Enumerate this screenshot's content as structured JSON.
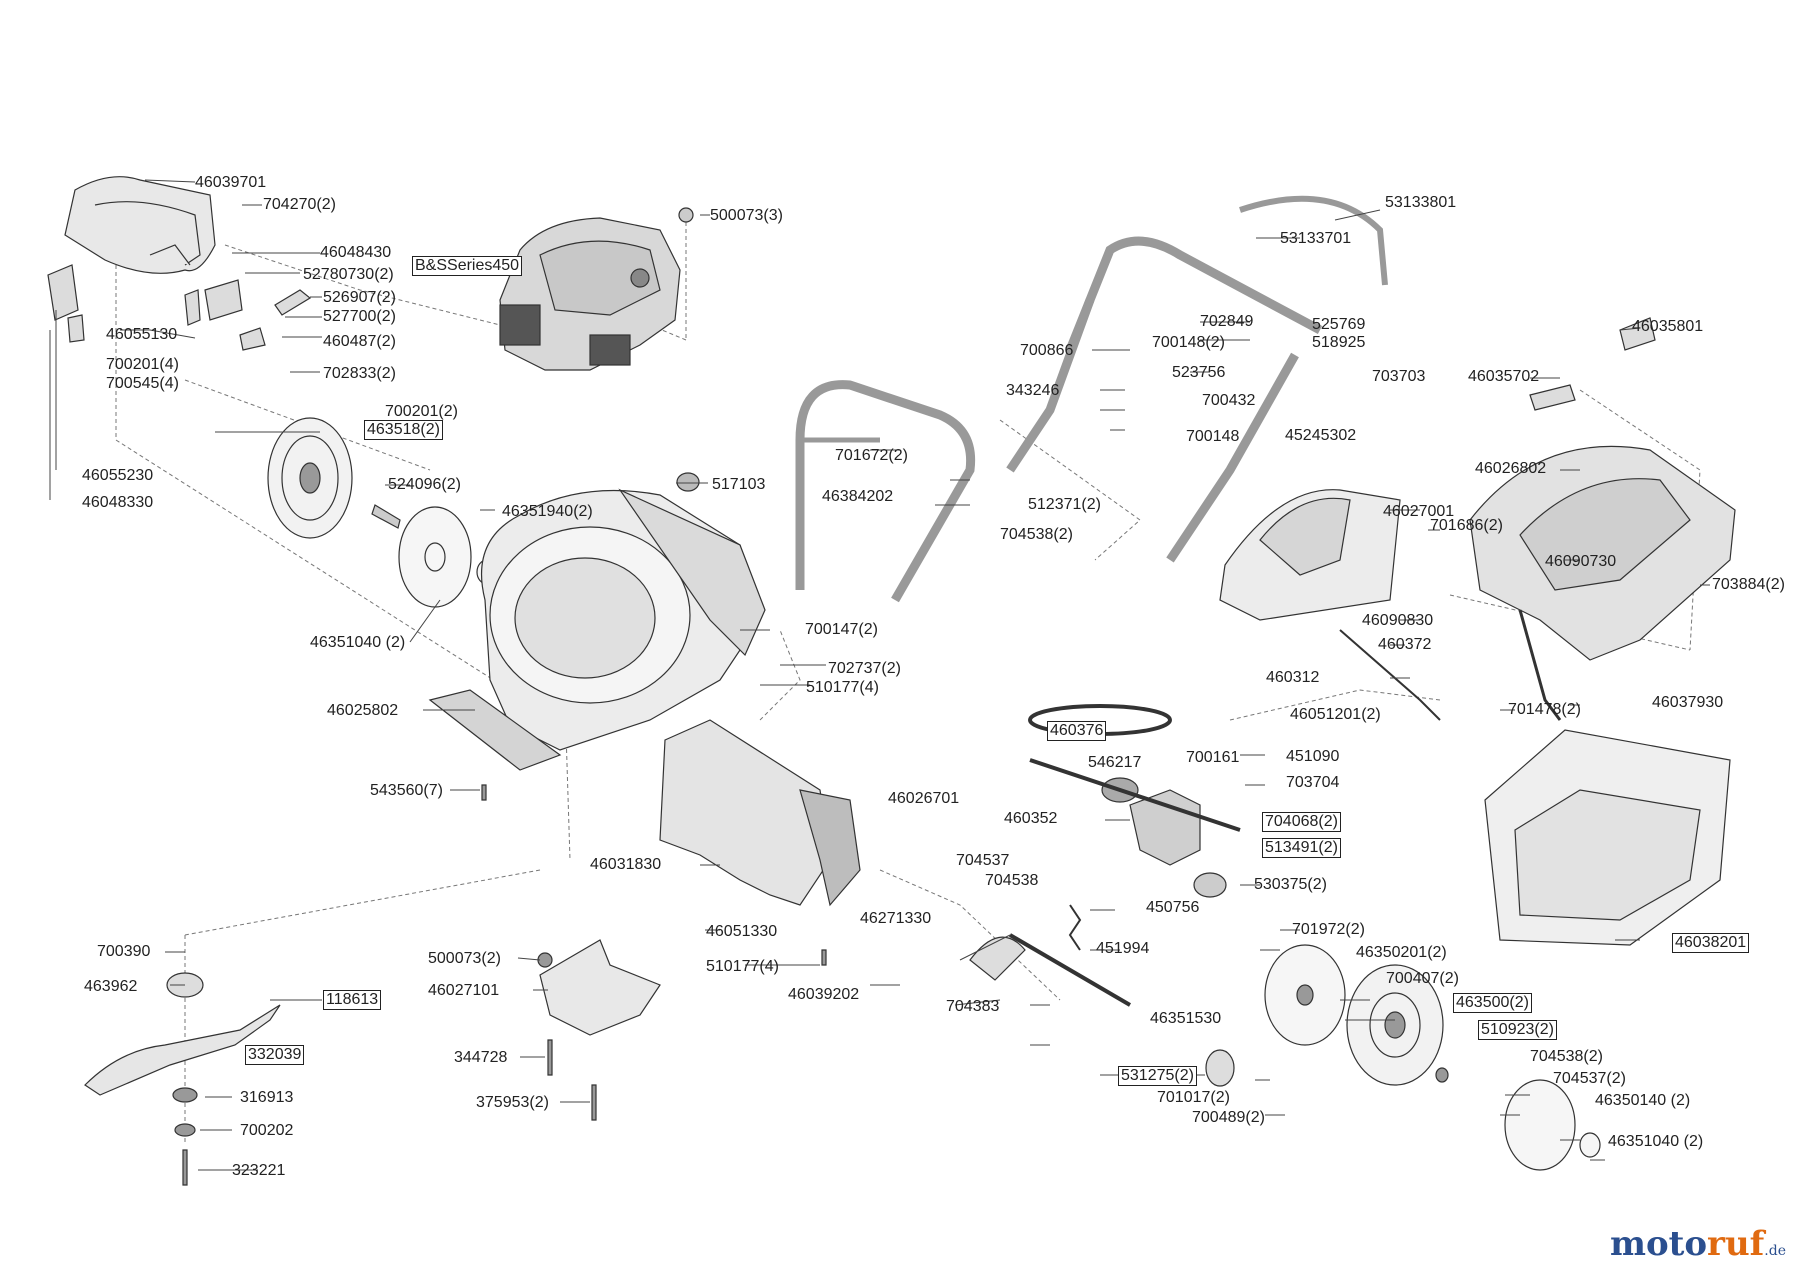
{
  "labels": {
    "p46039701": "46039701",
    "p704270": "704270(2)",
    "p46048430": "46048430",
    "p52780730": "52780730(2)",
    "p526907": "526907(2)",
    "p527700": "527700(2)",
    "p460487": "460487(2)",
    "p46055130": "46055130",
    "p700201_4": "700201(4)",
    "p700545": "700545(4)",
    "p702833": "702833(2)",
    "p700201_2": "700201(2)",
    "p463518": "463518(2)",
    "p46055230": "46055230",
    "p46048330": "46048330",
    "p524096": "524096(2)",
    "p46351940": "46351940(2)",
    "p46351040a": "46351040 (2)",
    "pEngine": "B&SSeries450",
    "p500073_3": "500073(3)",
    "p517103": "517103",
    "p46025802": "46025802",
    "p700147": "700147(2)",
    "p702737": "702737(2)",
    "p510177_4a": "510177(4)",
    "p543560": "543560(7)",
    "p701672": "701672(2)",
    "p46384202": "46384202",
    "p512371": "512371(2)",
    "p704538_2a": "704538(2)",
    "p53133801": "53133801",
    "p53133701": "53133701",
    "p702849": "702849",
    "p525769": "525769",
    "p700148_2": "700148(2)",
    "p518925": "518925",
    "p700866": "700866",
    "p523756": "523756",
    "p703703": "703703",
    "p343246": "343246",
    "p700432": "700432",
    "p700148": "700148",
    "p45245302": "45245302",
    "p46035801": "46035801",
    "p46035702": "46035702",
    "p46026802": "46026802",
    "p46027001": "46027001",
    "p701686": "701686(2)",
    "p46090730": "46090730",
    "p703884": "703884(2)",
    "p46090830": "46090830",
    "p460372": "460372",
    "p460312": "460312",
    "p46051201": "46051201(2)",
    "p701478": "701478(2)",
    "p46037930": "46037930",
    "p460376": "460376",
    "p451090": "451090",
    "p546217": "546217",
    "p700161": "700161",
    "p703704": "703704",
    "p46026701": "46026701",
    "p460352": "460352",
    "p704068": "704068(2)",
    "p513491": "513491(2)",
    "p46031830": "46031830",
    "p704537": "704537",
    "p704538": "704538",
    "p530375": "530375(2)",
    "p46051330": "46051330",
    "p46271330": "46271330",
    "p450756": "450756",
    "p510177_4b": "510177(4)",
    "p451994": "451994",
    "p46039202": "46039202",
    "p704383": "704383",
    "p701972": "701972(2)",
    "p46350201": "46350201(2)",
    "p700407": "700407(2)",
    "p46351530": "46351530",
    "p463500": "463500(2)",
    "p510923": "510923(2)",
    "p46038201": "46038201",
    "p700390": "700390",
    "p463962": "463962",
    "p118613": "118613",
    "p332039": "332039",
    "p316913": "316913",
    "p700202": "700202",
    "p323221": "323221",
    "p500073_2": "500073(2)",
    "p46027101": "46027101",
    "p344728": "344728",
    "p375953": "375953(2)",
    "p531275": "531275(2)",
    "p701017": "701017(2)",
    "p700489": "700489(2)",
    "p704538_2b": "704538(2)",
    "p704537_2": "704537(2)",
    "p46350140": "46350140 (2)",
    "p46351040b": "46351040 (2)"
  },
  "brand": {
    "name_a": "moto",
    "name_b": "ruf",
    "tld": ".de"
  },
  "colors": {
    "line": "#333333",
    "part_fill": "#e4e4e4",
    "part_dark": "#555555",
    "brand_blue": "#2b4f8f",
    "brand_orange": "#e06a10"
  }
}
